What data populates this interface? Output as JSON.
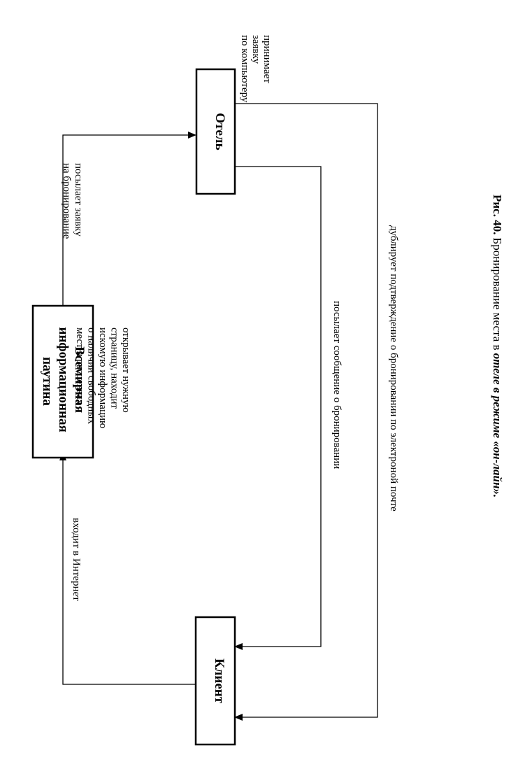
{
  "nodes": {
    "hotel": {
      "label": "Отель"
    },
    "www": {
      "lines": [
        "Всемирная",
        "информационная",
        "паутина"
      ]
    },
    "client": {
      "label": "Клиент"
    }
  },
  "edges": {
    "enters_internet": {
      "label": "входит в Интернет"
    },
    "sends_request": {
      "lines": [
        "посылает заявку",
        "на бронирование"
      ]
    },
    "sends_message": {
      "label": "посылает сообщение о бронировании"
    },
    "duplicates_confirmation": {
      "label": "дублирует подтверждение о бронировании по электроной почте"
    }
  },
  "annotations": {
    "www_note": {
      "lines": [
        "открывает  нужную",
        "страницу,  находит",
        "искомую  информацию",
        "о наличии свободных",
        "мест и расценках"
      ]
    },
    "hotel_note": {
      "lines": [
        "принимает",
        "заявку",
        "по компьютеру"
      ]
    }
  },
  "caption": {
    "prefix": "Рис. 40.",
    "text": " Бронирование места в ",
    "italic1": "отеле в режиме",
    "italic2": " «он-лайн»."
  }
}
